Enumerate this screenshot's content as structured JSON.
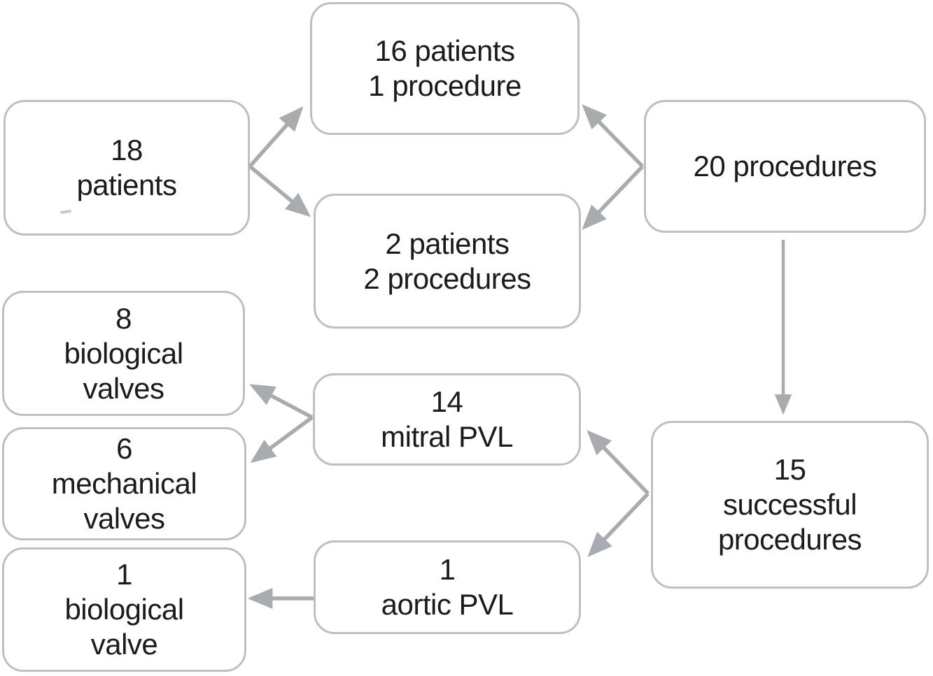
{
  "figure": {
    "type": "flowchart",
    "background": "#ffffff",
    "box_border_color": "#bdc0c2",
    "arrow_color": "#a9acae",
    "text_color": "#1b1b1b"
  },
  "nodes": {
    "patients_18": {
      "text": "18\npatients"
    },
    "patients_16": {
      "text": "16 patients\n1 procedure"
    },
    "patients_2": {
      "text": "2 patients\n2 procedures"
    },
    "procedures_20": {
      "text": "20 procedures"
    },
    "successful_15": {
      "text": "15\nsuccessful\nprocedures"
    },
    "mitral_14": {
      "text": "14\nmitral PVL"
    },
    "aortic_1": {
      "text": "1\naortic PVL"
    },
    "biological_8": {
      "text": "8\nbiological\nvalves"
    },
    "mechanical_6": {
      "text": "6\nmechanical\nvalves"
    },
    "biological_1": {
      "text": "1\nbiological\nvalve"
    }
  },
  "edges": [
    {
      "from": "18 patients",
      "to": "16 patients 1 procedure"
    },
    {
      "from": "18 patients",
      "to": "2 patients 2 procedures"
    },
    {
      "from": "20 procedures",
      "to": "16 patients 1 procedure"
    },
    {
      "from": "20 procedures",
      "to": "2 patients 2 procedures"
    },
    {
      "from": "20 procedures",
      "to": "15 successful procedures"
    },
    {
      "from": "15 successful procedures",
      "to": "14 mitral PVL"
    },
    {
      "from": "15 successful procedures",
      "to": "1 aortic PVL"
    },
    {
      "from": "14 mitral PVL",
      "to": "8 biological valves"
    },
    {
      "from": "14 mitral PVL",
      "to": "6 mechanical valves"
    },
    {
      "from": "1 aortic PVL",
      "to": "1 biological valve"
    }
  ]
}
